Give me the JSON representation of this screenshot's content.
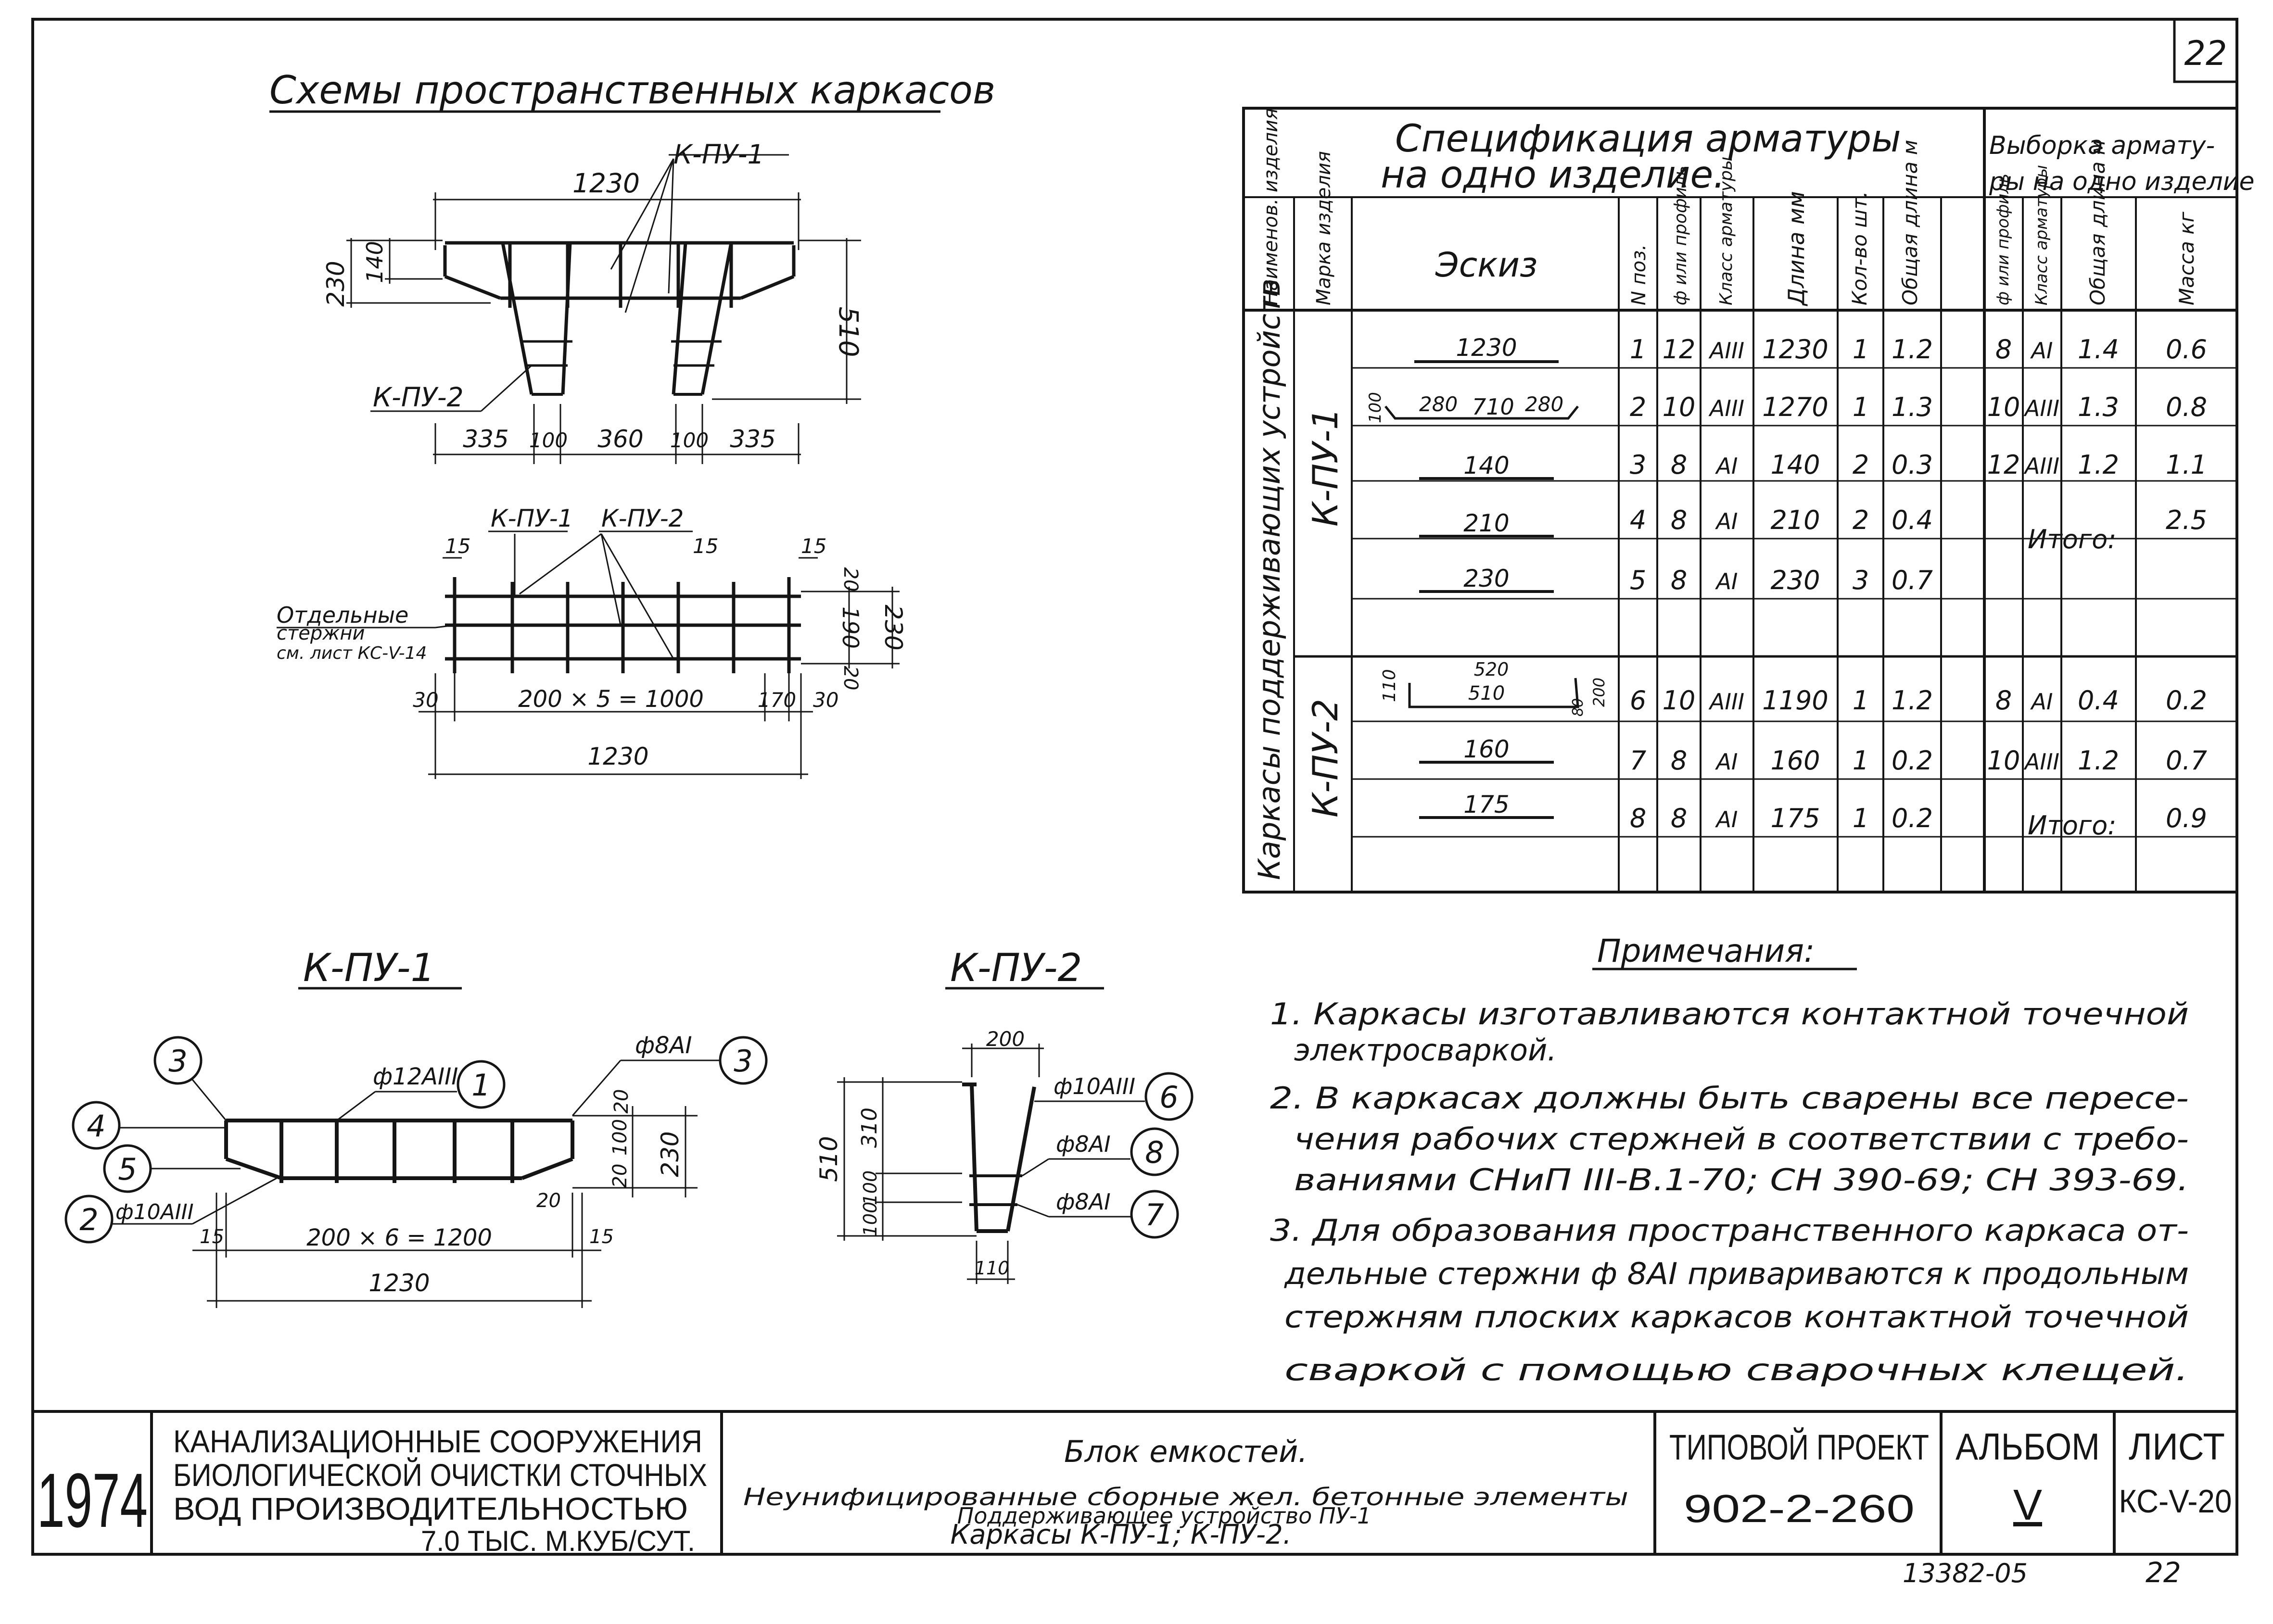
{
  "sheet_number_top": "22",
  "schemes": {
    "title": "Схемы пространственных каркасов",
    "elevation": {
      "label_kpu1": "К-ПУ-1",
      "label_kpu2": "К-ПУ-2",
      "dim_total": "1230",
      "dim_140": "140",
      "dim_230": "230",
      "dim_510": "510",
      "bottom_dims": [
        "335",
        "100",
        "360",
        "100",
        "335"
      ]
    },
    "plan": {
      "label_kpu1": "К-ПУ-1",
      "label_kpu2": "К-ПУ-2",
      "dim_15a": "15",
      "dim_15b": "15",
      "dim_15c": "15",
      "dim_20a": "20",
      "dim_190": "190",
      "dim_20b": "20",
      "dim_230": "230",
      "note_line1": "Отдельные",
      "note_line2": "стержни",
      "note_line3": "см. лист КС-V-14",
      "dim_30a": "30",
      "dim_spacing": "200 × 5 = 1000",
      "dim_170": "170",
      "dim_30b": "30",
      "dim_total": "1230"
    }
  },
  "kpu1": {
    "title": "К-ПУ-1",
    "bars": [
      "3",
      "1",
      "3",
      "4",
      "5",
      "2"
    ],
    "bar_label_1": "ф12АIII",
    "bar_label_3": "ф8АI",
    "bar_label_2": "ф10АIII",
    "dim_20a": "20",
    "dim_100": "100",
    "dim_20b": "20",
    "dim_230": "230",
    "dim_20c": "20",
    "dim_15a": "15",
    "dim_spacing": "200 × 6 = 1200",
    "dim_15b": "15",
    "dim_total": "1230"
  },
  "kpu2": {
    "title": "К-ПУ-2",
    "dim_200": "200",
    "dim_510": "510",
    "dim_310": "310",
    "dim_100a": "100",
    "dim_100b": "100",
    "dim_110": "110",
    "bar_label_6": "ф10АIII",
    "bar_6": "6",
    "bar_label_8": "ф8АI",
    "bar_8": "8",
    "bar_label_7": "ф8АI",
    "bar_7": "7"
  },
  "spec": {
    "title_line1": "Спецификация арматуры",
    "title_line2": "на одно изделие.",
    "sample_line1": "Выборка армату-",
    "sample_line2": "ры на одно изделие",
    "headers": {
      "name": "Наименов. изделия",
      "mark": "Марка изделия",
      "sketch": "Эскиз",
      "pos": "N поз.",
      "diam": "ф или профиль",
      "class": "Класс арматуры",
      "length": "Длина мм",
      "qty": "Кол-во шт.",
      "total_len": "Общая длина м",
      "s_diam": "ф или профиль",
      "s_class": "Класс арматуры",
      "s_total_len": "Общая длина м",
      "s_mass": "Масса кг"
    },
    "group_name": "Каркасы поддерживающих устройств",
    "mark_1": "К-ПУ-1",
    "mark_2": "К-ПУ-2",
    "sketch_labels": {
      "r1": "1230",
      "r2_a": "100",
      "r2_b": "280",
      "r2_c": "710",
      "r2_d": "280",
      "r3": "140",
      "r4": "210",
      "r5": "230",
      "r6_a": "520",
      "r6_b": "510",
      "r6_c": "110",
      "r6_d": "200",
      "r6_e": "80",
      "r7": "160",
      "r8": "175"
    },
    "rows": [
      {
        "pos": "1",
        "diam": "12",
        "cls": "АIII",
        "len": "1230",
        "qty": "1",
        "total": "1.2",
        "s_diam": "8",
        "s_cls": "АI",
        "s_total": "1.4",
        "s_mass": "0.6"
      },
      {
        "pos": "2",
        "diam": "10",
        "cls": "АIII",
        "len": "1270",
        "qty": "1",
        "total": "1.3",
        "s_diam": "10",
        "s_cls": "АIII",
        "s_total": "1.3",
        "s_mass": "0.8"
      },
      {
        "pos": "3",
        "diam": "8",
        "cls": "АI",
        "len": "140",
        "qty": "2",
        "total": "0.3",
        "s_diam": "12",
        "s_cls": "АIII",
        "s_total": "1.2",
        "s_mass": "1.1"
      },
      {
        "pos": "4",
        "diam": "8",
        "cls": "АI",
        "len": "210",
        "qty": "2",
        "total": "0.4",
        "s_diam": "",
        "s_cls": "",
        "s_total": "",
        "s_mass": "2.5"
      },
      {
        "pos": "5",
        "diam": "8",
        "cls": "АI",
        "len": "230",
        "qty": "3",
        "total": "0.7",
        "s_diam": "",
        "s_cls": "",
        "s_total": "",
        "s_mass": ""
      },
      {
        "pos": "6",
        "diam": "10",
        "cls": "АIII",
        "len": "1190",
        "qty": "1",
        "total": "1.2",
        "s_diam": "8",
        "s_cls": "АI",
        "s_total": "0.4",
        "s_mass": "0.2"
      },
      {
        "pos": "7",
        "diam": "8",
        "cls": "АI",
        "len": "160",
        "qty": "1",
        "total": "0.2",
        "s_diam": "10",
        "s_cls": "АIII",
        "s_total": "1.2",
        "s_mass": "0.7"
      },
      {
        "pos": "8",
        "diam": "8",
        "cls": "АI",
        "len": "175",
        "qty": "1",
        "total": "0.2",
        "s_diam": "",
        "s_cls": "",
        "s_total": "",
        "s_mass": "0.9"
      }
    ],
    "total_label_1": "Итого:",
    "total_label_2": "Итого:"
  },
  "notes": {
    "title": "Примечания:",
    "lines": [
      "1. Каркасы изготавливаются контактной точечной",
      "электросваркой.",
      "2. В каркасах должны быть сварены все пересе-",
      "чения рабочих стержней в соответствии с требо-",
      "ваниями СНиП III-В.1-70; СН 390-69; СН 393-69.",
      "3. Для образования пространственного каркаса от-",
      "дельные стержни ф 8АI привариваются к продольным",
      "стержням плоских каркасов контактной точечной",
      "сваркой с помощью сварочных клещей."
    ]
  },
  "title_block": {
    "year": "1974",
    "org_line1": "КАНАЛИЗАЦИОННЫЕ СООРУЖЕНИЯ",
    "org_line2": "БИОЛОГИЧЕСКОЙ ОЧИСТКИ СТОЧНЫХ",
    "org_line3": "ВОД ПРОИЗВОДИТЕЛЬНОСТЬЮ",
    "org_line4": "7.0 ТЫС. М.КУБ/СУТ.",
    "desc_line1": "Блок емкостей.",
    "desc_line2": "Неунифицированные сборные жел. бетонные элементы",
    "desc_line3": "Поддерживающее устройство ПУ-1",
    "desc_line4": "Каркасы К-ПУ-1; К-ПУ-2.",
    "project_label": "ТИПОВОЙ ПРОЕКТ",
    "project_no": "902-2-260",
    "album_label": "АЛЬБОМ",
    "album_no": "V",
    "sheet_label": "ЛИСТ",
    "sheet_no": "КС-V-20"
  },
  "footer": {
    "archive_no": "13382-05",
    "page": "22"
  }
}
